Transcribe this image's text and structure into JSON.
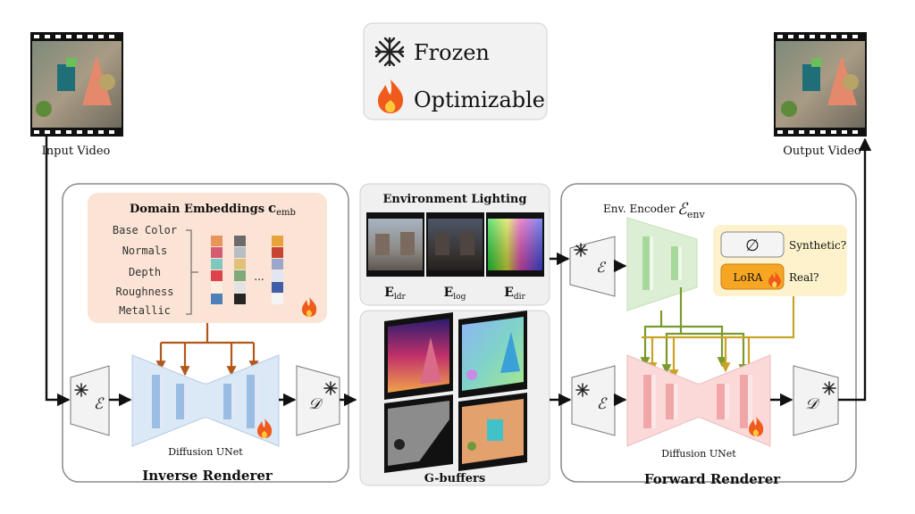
{
  "legend": {
    "frozen": "Frozen",
    "optimizable": "Optimizable"
  },
  "input_video": "Input Video",
  "output_video": "Output Video",
  "inverse_renderer": {
    "title": "Inverse Renderer",
    "unet_label": "Diffusion UNet",
    "encoder_symbol": "ℰ",
    "decoder_symbol": "𝒟",
    "domain_embeddings": {
      "title": "Domain Embeddings",
      "symbol": "c",
      "symbol_sub": "emb",
      "items": [
        "Base Color",
        "Normals",
        "Depth",
        "Roughness",
        "Metallic"
      ],
      "ellipsis": "..."
    }
  },
  "environment_lighting": {
    "title": "Environment Lighting",
    "maps": [
      {
        "symbol": "E",
        "sub": "ldr"
      },
      {
        "symbol": "E",
        "sub": "log"
      },
      {
        "symbol": "E",
        "sub": "dir"
      }
    ]
  },
  "gbuffers": {
    "title": "G-buffers"
  },
  "forward_renderer": {
    "title": "Forward Renderer",
    "env_encoder_label": "Env. Encoder",
    "env_encoder_symbol": "ℰ",
    "env_encoder_sub": "env",
    "unet_label": "Diffusion UNet",
    "empty_symbol": "∅",
    "synthetic": "Synthetic?",
    "lora": "LoRA",
    "real": "Real?"
  },
  "colors": {
    "panel_border": "#8a8a8a",
    "domain_bg": "#fbe3d5",
    "unet_blue": "#dbe8f6",
    "unet_pink": "#fbd9d9",
    "env_green": "#dcefd4",
    "lora_fill": "#f6a623",
    "cond_bg": "#fdf2cc",
    "arrow_orange": "#b3581b",
    "arrow_olive": "#7a9a2e",
    "arrow_gold": "#c9a227"
  },
  "icons": {
    "frozen": "snowflake-icon",
    "optimizable": "flame-icon"
  }
}
